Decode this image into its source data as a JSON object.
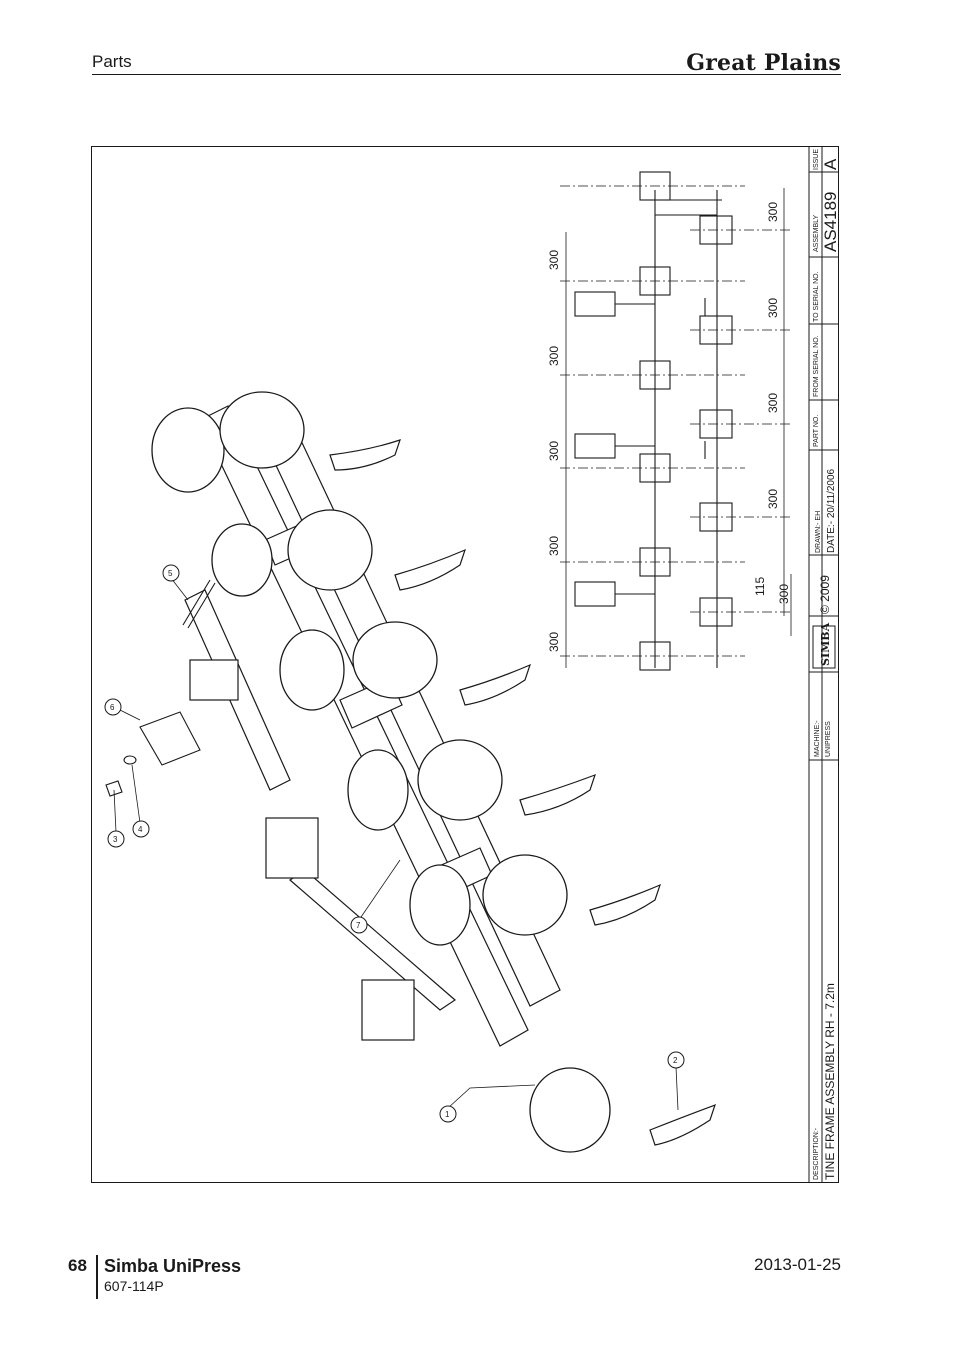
{
  "header": {
    "section": "Parts",
    "brand": "Great Plains"
  },
  "footer": {
    "page_number": "68",
    "product": "Simba UniPress",
    "doc_code": "607-114P",
    "date": "2013-01-25"
  },
  "title_block": {
    "description_label": "DESCRIPTION:-",
    "description": "TINE FRAME ASSEMBLY RH - 7.2m",
    "machine_label": "MACHINE:-",
    "machine": "UNIPRESS",
    "logo_text": "SIMBA",
    "copyright": "© 2009",
    "drawn_label": "DRAWN:- EH",
    "date_label": "DATE:- 20/11/2006",
    "part_no_label": "PART NO.",
    "from_serial_label": "FROM SERIAL NO.",
    "to_serial_label": "TO SERIAL NO.",
    "assembly_label": "ASSEMBLY",
    "assembly_number": "AS4189",
    "issue_label": "ISSUE",
    "issue": "A"
  },
  "dimensions": {
    "upper_row": [
      "300",
      "300",
      "300",
      "300",
      "300"
    ],
    "lower_row": [
      "300",
      "300",
      "300",
      "300"
    ],
    "offset_a": "115",
    "offset_b": "300"
  },
  "callouts": [
    "1",
    "2",
    "3",
    "4",
    "5",
    "6",
    "7"
  ]
}
